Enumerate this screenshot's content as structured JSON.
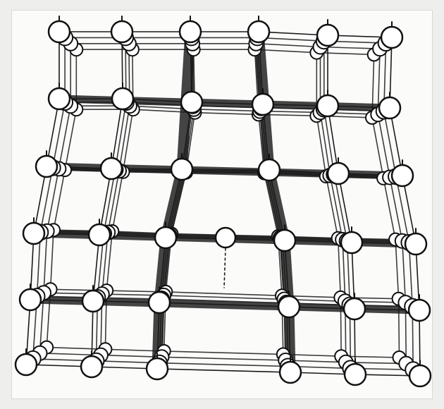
{
  "figure": {
    "description_label": "",
    "lattice": {
      "rows": 6,
      "columns": 6,
      "missing_site": {
        "row": 3,
        "column": 3
      },
      "depth_layers": 4
    },
    "colors": {
      "background": "#fbfbfa",
      "line": "#1a1a1a",
      "band": "#343434",
      "atom": "#ffffff"
    }
  }
}
